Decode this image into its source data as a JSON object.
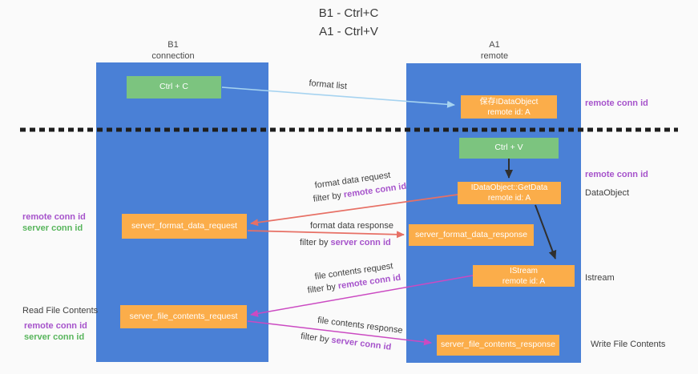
{
  "title": {
    "line1": "B1 - Ctrl+C",
    "line2": "A1 - Ctrl+V"
  },
  "lanes": {
    "left": {
      "name": "B1",
      "role": "connection"
    },
    "right": {
      "name": "A1",
      "role": "remote"
    }
  },
  "nodes": {
    "ctrl_c": {
      "label": "Ctrl + C"
    },
    "ctrl_v": {
      "label": "Ctrl + V"
    },
    "save_dataobject": {
      "line1": "保存IDataObject",
      "line2": "remote id: A"
    },
    "getdata": {
      "line1": "IDataObject::GetData",
      "line2": "remote id: A"
    },
    "istream": {
      "line1": "IStream",
      "line2": "remote id: A"
    },
    "server_format_data_request": {
      "label": "server_format_data_request"
    },
    "server_format_data_response": {
      "label": "server_format_data_response"
    },
    "server_file_contents_request": {
      "label": "server_file_contents_request"
    },
    "server_file_contents_response": {
      "label": "server_file_contents_response"
    }
  },
  "flow_labels": {
    "format_list": "format list",
    "format_data_request": "format data request",
    "format_data_response": "format data response",
    "file_contents_request": "file contents request",
    "file_contents_response": "file contents response",
    "filter_prefix": "filter by",
    "remote_conn_id": "remote conn id",
    "server_conn_id": "server conn id"
  },
  "side_labels": {
    "right_remote_conn_top": "remote conn id",
    "right_remote_conn_mid": "remote conn id",
    "dataobject": "DataObject",
    "istream": "Istream",
    "write_file_contents": "Write File Contents",
    "left_remote_conn_1": "remote conn id",
    "left_server_conn_1": "server conn id",
    "read_file_contents": "Read File Contents",
    "left_remote_conn_2": "remote conn id",
    "left_server_conn_2": "server conn id"
  },
  "colors": {
    "background": "#fafafa",
    "lane_blue": "#4a80d6",
    "box_green": "#7cc47f",
    "box_orange": "#fbad4a",
    "arrow_red": "#e77065",
    "arrow_magenta": "#cb4ac2",
    "arrow_lightblue": "#a6d3f0",
    "arrow_black": "#2f2f2f",
    "dashed_line": "#1e1e1e",
    "text_purple": "#a653cb",
    "text_green": "#58b55c"
  }
}
